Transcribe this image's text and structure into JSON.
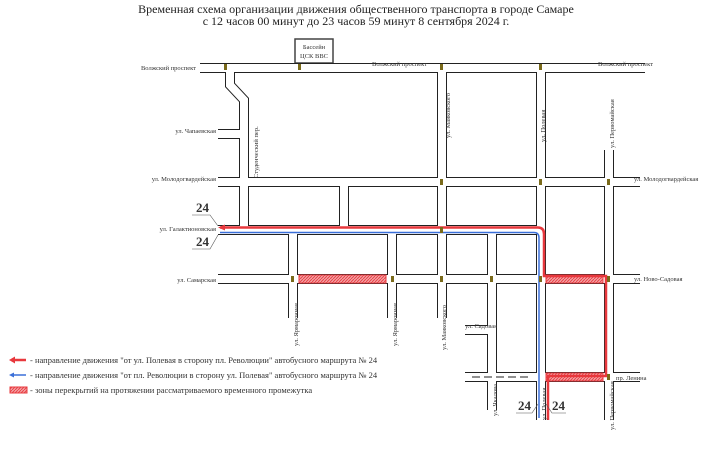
{
  "title": {
    "line1": "Временная схема организации движения общественного транспорта в городе Самаре",
    "line2": "с 12 часов 00 минут до 23 часов 59 минут 8 сентября 2024 г."
  },
  "landmark": {
    "line1": "Бассейн",
    "line2": "ЦСК ВВС"
  },
  "streets": {
    "volzhsky_left": "Волжский проспект",
    "volzhsky_mid": "Волжский проспект",
    "volzhsky_right": "Волжский проспект",
    "chapaevskaya": "ул. Чапаевская",
    "molodogvardeyskaya_left": "ул. Молодогвардейская",
    "molodogvardeyskaya_right": "ул. Молодогвардейская",
    "galaktionovskaya": "ул. Галактионовская",
    "samarskaya": "ул. Самарская",
    "novo_sadovaya": "ул. Ново-Садовая",
    "lenina": "пр. Ленина",
    "studenchesky": "Студенческий пер.",
    "makarenko_top": "ул. Маяковского",
    "makarenko_bottom": "ул. Маяковского",
    "polevaya_top": "ул. Полевая",
    "polevaya_bottom": "ул. Полевая",
    "pervomayskaya_top": "ул. Первомайская",
    "pervomayskaya_bottom": "ул. Первомайская",
    "yarmarochnaya_1": "ул. Ярмарочная",
    "yarmarochnaya_2": "ул. Ярмарочная",
    "sadovaya": "ул. Садовая",
    "chkalova": "ул. Чкалова"
  },
  "route_labels": {
    "a": "24",
    "b": "24",
    "c": "24",
    "d": "24"
  },
  "legend": [
    {
      "text": "- направление движения \"от ул. Полевая в сторону пл. Революции\" автобусного маршрута № 24",
      "color": "#e8383d"
    },
    {
      "text": "- направление движения \"от пл. Революции в сторону ул. Полевая\" автобусного маршрута № 24",
      "color": "#3a6fd8"
    },
    {
      "text": "- зоны перекрытий на протяжении рассматриваемого временного промежутка",
      "color": "#e8383d"
    }
  ],
  "colors": {
    "route_red": "#e8383d",
    "route_blue": "#3a6fd8",
    "closure": "#e8383d"
  }
}
